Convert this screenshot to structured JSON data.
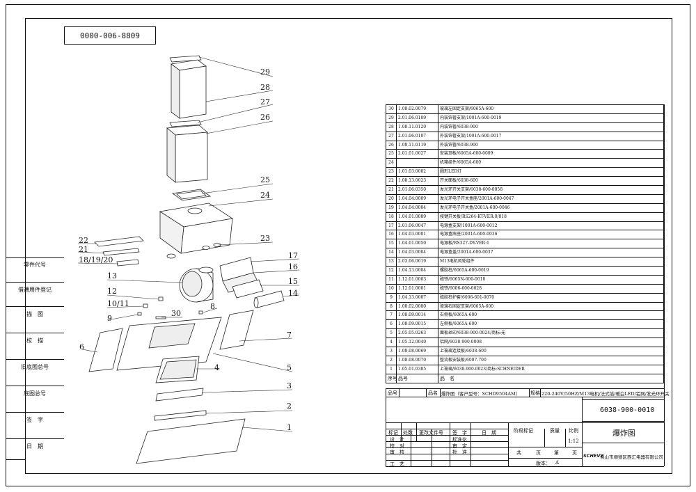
{
  "drawing_number": "0000-006-8809",
  "side_labels": [
    "零件代号",
    "借通用件登记",
    "描　图",
    "校　描",
    "旧底图总号",
    "底图总号",
    "签　字",
    "日　期"
  ],
  "callouts": {
    "c29": "29",
    "c28": "28",
    "c27": "27",
    "c26": "26",
    "c25": "25",
    "c24": "24",
    "c23": "23",
    "c22": "22",
    "c21": "21",
    "c18_19_20": "18/19/20",
    "c17": "17",
    "c16": "16",
    "c15": "15",
    "c14": "14",
    "c13": "13",
    "c12": "12",
    "c10_11": "10/11",
    "c9": "9",
    "c8": "8",
    "c30": "30",
    "c7": "7",
    "c6": "6",
    "c5": "5",
    "c4": "4",
    "c3": "3",
    "c2": "2",
    "c1": "1"
  },
  "bom": [
    {
      "no": "30",
      "code": "1.08.02.0079",
      "desc": "玻璃左固定支架/6065A-600"
    },
    {
      "no": "29",
      "code": "2.01.06.0109",
      "desc": "内装饰管支架/1001A-600-0019"
    },
    {
      "no": "28",
      "code": "1.08.11.0120",
      "desc": "内装饰管/6038-900"
    },
    {
      "no": "27",
      "code": "2.01.06.0107",
      "desc": "外装饰管支架/1001A-600-0017"
    },
    {
      "no": "26",
      "code": "1.08.11.0119",
      "desc": "外装饰管/6038-900"
    },
    {
      "no": "25",
      "code": "2.01.01.0027",
      "desc": "安装顶板/6065A-600-0009"
    },
    {
      "no": "24",
      "code": "",
      "desc": "机箱组件/6065A-600"
    },
    {
      "no": "23",
      "code": "1.01.03.0002",
      "desc": "圆形LED灯"
    },
    {
      "no": "22",
      "code": "1.08.13.0023",
      "desc": "开关面板/6038-600"
    },
    {
      "no": "21",
      "code": "2.01.06.0350",
      "desc": "发光环开关支架/6038-600-0058"
    },
    {
      "no": "20",
      "code": "1.04.04.0009",
      "desc": "发光环电子开关盒座/2001A-600-0047"
    },
    {
      "no": "19",
      "code": "1.04.04.0004",
      "desc": "发光环电子开关盒/2001A-600-0046"
    },
    {
      "no": "18",
      "code": "1.04.01.0089",
      "desc": "按键开关板/RS264-KT-VER:0/818"
    },
    {
      "no": "17",
      "code": "2.01.06.0047",
      "desc": "电源盒支架/1001A-600-0012"
    },
    {
      "no": "16",
      "code": "1.04.03.0001",
      "desc": "电源盒底座/2001A-600-0036"
    },
    {
      "no": "15",
      "code": "1.04.01.0050",
      "desc": "电源板/RS327-DY-VER:1"
    },
    {
      "no": "14",
      "code": "1.04.03.0004",
      "desc": "电源盒盖/2001A-600-0037"
    },
    {
      "no": "13",
      "code": "2.03.06.0019",
      "desc": "M13电机风轮组件"
    },
    {
      "no": "12",
      "code": "1.04.13.0004",
      "desc": "螺胶柱/6065A-600-0019"
    },
    {
      "no": "11",
      "code": "1.12.01.0003",
      "desc": "磁铁/6065N-600-0010"
    },
    {
      "no": "10",
      "code": "1.12.01.0001",
      "desc": "磁铁/6006-600-0028"
    },
    {
      "no": "9",
      "code": "1.04.13.0007",
      "desc": "磁胶柱护套/6006-601-0070"
    },
    {
      "no": "8",
      "code": "1.08.02.0080",
      "desc": "玻璃右固定支架/6065A-600"
    },
    {
      "no": "7",
      "code": "1.08.09.0014",
      "desc": "右侧板/6065A-600"
    },
    {
      "no": "6",
      "code": "1.08.09.0015",
      "desc": "左侧板/6065A-600"
    },
    {
      "no": "5",
      "code": "2.05.05.0263",
      "desc": "面板丝印/6038-900-0024/商标:无"
    },
    {
      "no": "4",
      "code": "1.05.12.0040",
      "desc": "铝网/6038-900-0008"
    },
    {
      "no": "3",
      "code": "1.08.08.0069",
      "desc": "上玻璃连接板/6038-600"
    },
    {
      "no": "2",
      "code": "1.08.08.0070",
      "desc": "整流板安装板/6007-700"
    },
    {
      "no": "1",
      "code": "1.05.01.0385",
      "desc": "上玻璃/6038-900-0023/商标:SCHNEIDER"
    }
  ],
  "bom_header": {
    "seq": "序号",
    "code": "品号",
    "name": "品　名"
  },
  "title_block": {
    "pinhao_label": "品号",
    "pinming_label": "品名",
    "pinming_value": "爆炸图（客户型号：SCHD9504AM）",
    "spec_label": "规格",
    "spec_value": "220-240V/50HZ/M13电机/法式插/暖白LED/铝网/发光环开关",
    "model_number": "6038-900-0010",
    "drawing_title": "爆炸图",
    "stage_mark": "阶段标记",
    "weight": "质量",
    "scale_label": "比例",
    "scale_value": "1:12",
    "biaoji": "标记",
    "chushu": "处数",
    "change_doc": "更改文件号",
    "sign": "签　字",
    "date": "日　期",
    "design": "设　计",
    "check": "校　对",
    "review": "审　核",
    "process": "工　艺",
    "standardize": "标准化",
    "shending": "审　定",
    "approve": "批　准",
    "gong": "共",
    "zhang1": "页",
    "di": "第",
    "zhang2": "页",
    "version": "版本：",
    "version_value": "A",
    "company": "佛山市顺德区西汇电器有限公司",
    "brand": "SCHEVY"
  }
}
